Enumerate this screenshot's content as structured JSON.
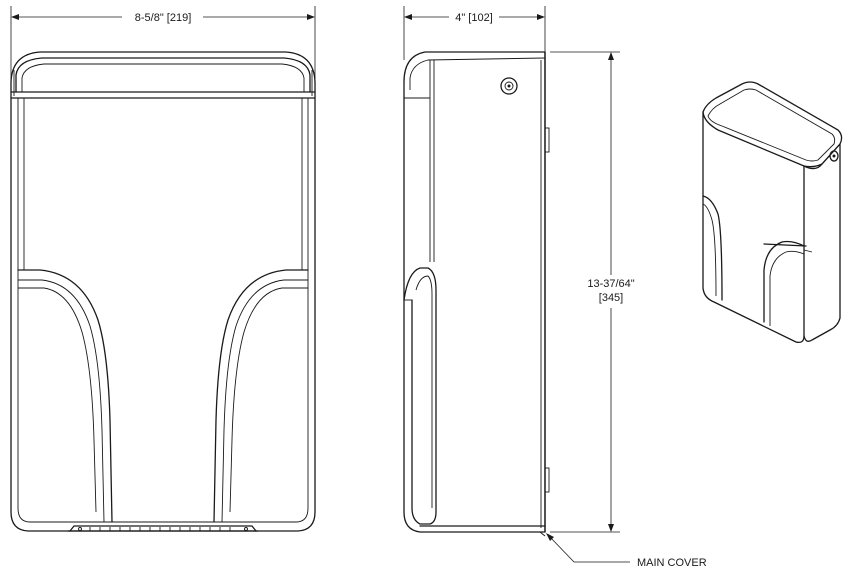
{
  "dimensions": {
    "width": "8-5/8\" [219]",
    "depth": "4\" [102]",
    "height_imperial": "13-37/64\"",
    "height_metric": "[345]"
  },
  "callouts": {
    "main_cover": "MAIN COVER"
  },
  "line_color": "#1a1a1a"
}
